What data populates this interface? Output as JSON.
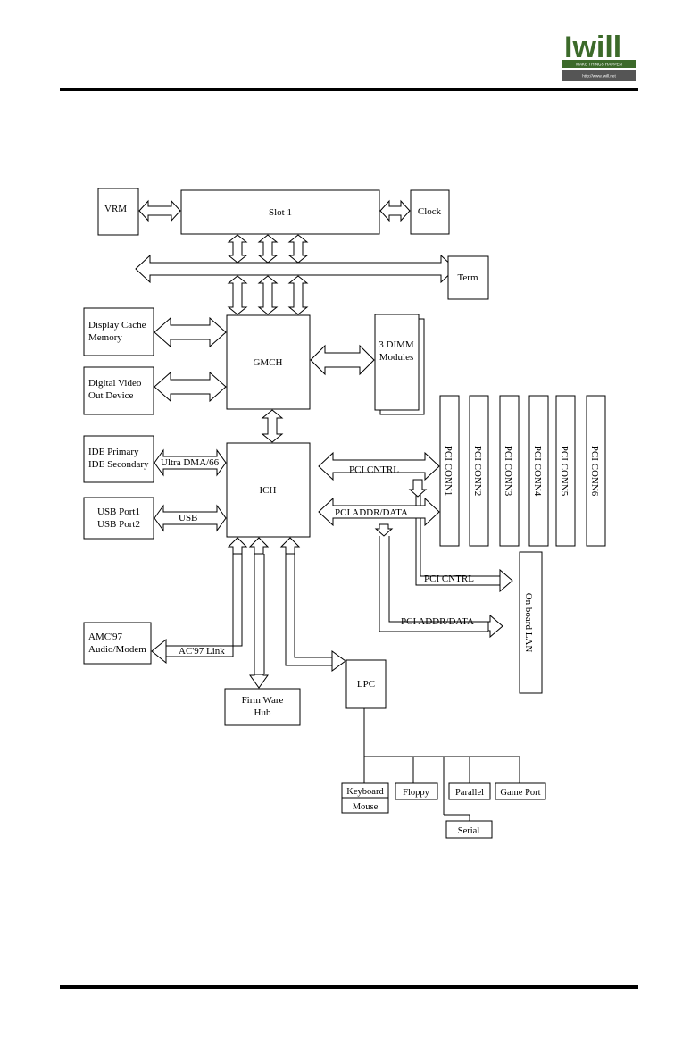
{
  "header": {
    "logo": {
      "brand": "Iwill",
      "tagline": "MAKE THINGS HAPPEN",
      "url": "http://www.iwill.net"
    }
  },
  "diagram": {
    "blocks": {
      "vrm": "VRM",
      "slot1": "Slot 1",
      "clock": "Clock",
      "term": "Term",
      "display_cache": [
        "Display Cache",
        "Memory"
      ],
      "gmch": "GMCH",
      "dimm": [
        "3 DIMM",
        "Modules"
      ],
      "digital_video": [
        "Digital Video",
        "Out Device"
      ],
      "ide": [
        "IDE Primary",
        "IDE Secondary"
      ],
      "ich": "ICH",
      "usb_ports": [
        "USB Port1",
        "USB Port2"
      ],
      "amc97": [
        "AMC'97",
        "Audio/Modem"
      ],
      "firmware_hub": [
        "Firm Ware",
        "Hub"
      ],
      "lpc": "LPC",
      "pci_slots": [
        "PCI CONN1",
        "PCI CONN2",
        "PCI CONN3",
        "PCI CONN4",
        "PCI CONN5",
        "PCI CONN6"
      ],
      "onboard_lan": "On board LAN",
      "keyboard": "Keyboard",
      "mouse": "Mouse",
      "floppy": "Floppy",
      "parallel": "Parallel",
      "game_port": "Game Port",
      "serial": "Serial"
    },
    "links": {
      "ultra_dma": "Ultra DMA/66",
      "usb": "USB",
      "ac97": "AC'97 Link",
      "pci_cntrl_1": "PCI CNTRL",
      "pci_addr_1": "PCI ADDR/DATA",
      "pci_cntrl_2": "PCI CNTRL",
      "pci_addr_2": "PCI ADDR/DATA"
    }
  }
}
